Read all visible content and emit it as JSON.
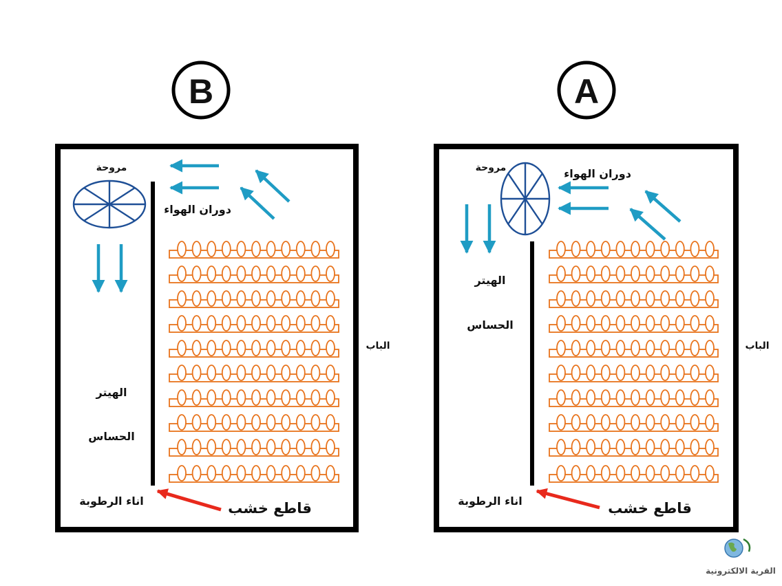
{
  "panels": [
    {
      "id": "A",
      "badge": "A",
      "labels": {
        "fan": "مروحة",
        "air": "دوران الهواء",
        "heater": "الهيتر",
        "sensor": "الحساس",
        "humidity": "اناء الرطوبة",
        "divider": "قاطع خشب",
        "door": "الباب"
      }
    },
    {
      "id": "B",
      "badge": "B",
      "labels": {
        "fan": "مروحة",
        "air": "دوران الهواء",
        "heater": "الهيتر",
        "sensor": "الحساس",
        "humidity": "اناء الرطوبة",
        "divider": "قاطع خشب",
        "door": "الباب"
      }
    }
  ],
  "watermark": {
    "text": "القرية الالكترونية"
  },
  "colors": {
    "frame": "#000000",
    "tray": "#e8731c",
    "fan": "#1e4f96",
    "airflow": "#1f9cc4",
    "pointer": "#e8291c"
  },
  "icons": [
    "globe-icon"
  ]
}
